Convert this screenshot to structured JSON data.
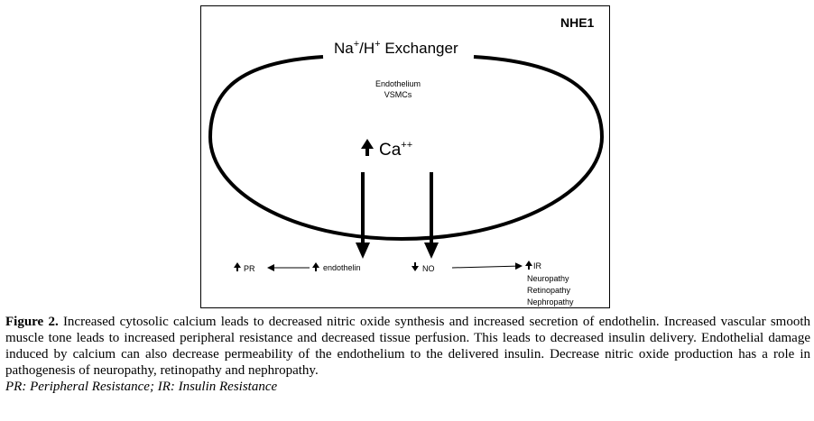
{
  "diagram": {
    "corner_label": "NHE1",
    "exchanger_label": {
      "prefix": "Na",
      "sup1": "+",
      "mid": "/H",
      "sup2": "+",
      "suffix": " Exchanger"
    },
    "tissue_labels": [
      "Endothelium",
      "VSMCs"
    ],
    "calcium_label": {
      "arrow": "🡅",
      "base": "Ca",
      "sup": "++"
    },
    "nodes": {
      "pr": {
        "arrow": "up",
        "text": "PR"
      },
      "endothelin": {
        "arrow": "up",
        "text": "endothelin"
      },
      "no": {
        "arrow": "down",
        "text": "NO"
      },
      "ir": {
        "arrow": "up",
        "text": "IR"
      }
    },
    "complications": [
      "Neuropathy",
      "Retinopathy",
      "Nephropathy"
    ]
  },
  "caption": {
    "label": "Figure 2.",
    "text": " Increased cytosolic calcium leads to decreased nitric oxide synthesis and increased secretion of endothelin. Increased vascular smooth muscle tone leads to increased peripheral resistance and decreased tissue perfusion. This leads to decreased insulin delivery. Endothelial damage induced by calcium can also decrease permeability of the endothelium to the delivered insulin. Decrease nitric oxide production has a role in pathogenesis of neuropathy, retinopathy and nephropathy.",
    "abbreviations": "PR: Peripheral Resistance; IR: Insulin Resistance"
  }
}
